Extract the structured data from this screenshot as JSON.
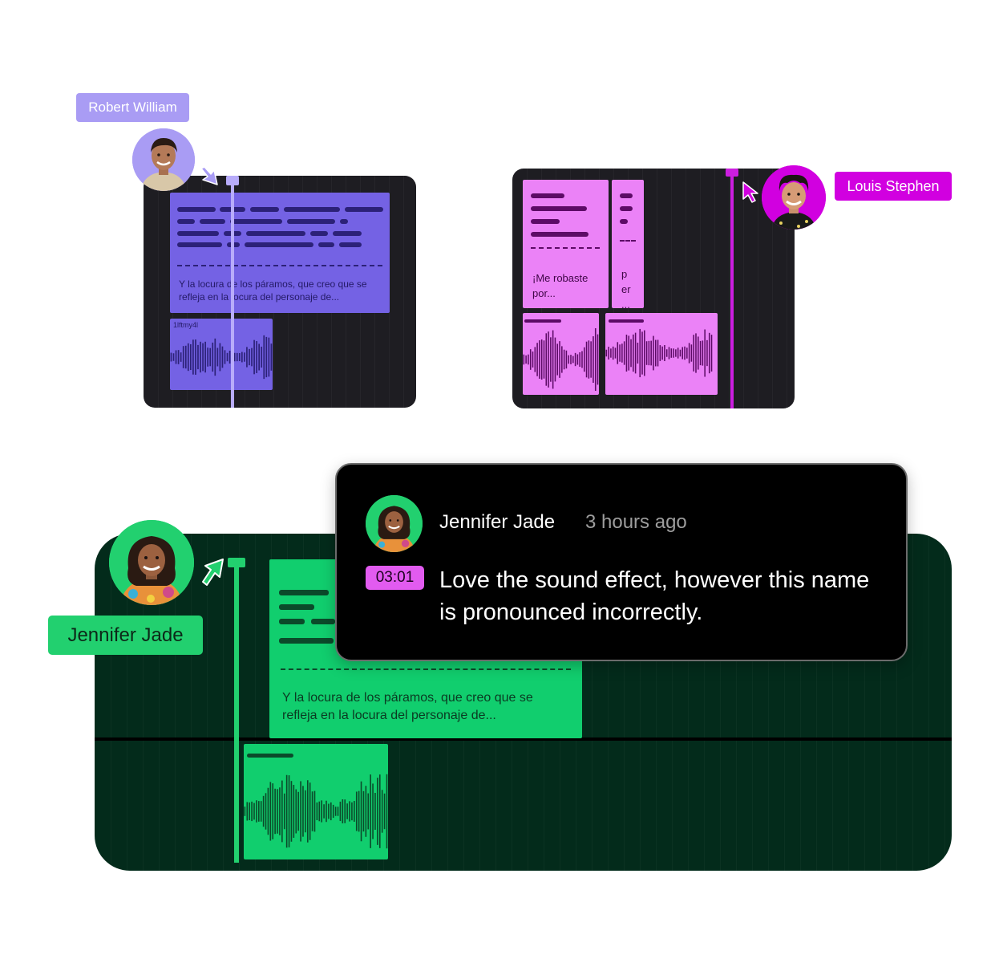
{
  "collaborators": {
    "robert": {
      "name": "Robert William",
      "color": "#a99cf4"
    },
    "louis": {
      "name": "Louis Stephen",
      "color": "#d100e0"
    },
    "jennifer": {
      "name": "Jennifer Jade",
      "color": "#22d06f"
    }
  },
  "purple_panel": {
    "transcript": "Y la locura de los páramos, que creo que se refleja en la locura del personaje de...",
    "audio_label": "1lftmy4l",
    "clip_color": "#7760e6"
  },
  "magenta_panel": {
    "transcript_1": "¡Me robaste por...",
    "transcript_2": "p er ...",
    "clip_color": "#eb82f7"
  },
  "green_panel": {
    "transcript": "Y la locura de los páramos, que creo que se refleja en la locura del personaje de...",
    "clip_color": "#11ce6e"
  },
  "comment": {
    "author": "Jennifer Jade",
    "time_ago": "3 hours ago",
    "timestamp": "03:01",
    "message": "Love the sound effect, however this name is pronounced incorrectly."
  },
  "icons": [
    "cursor-arrow-icon",
    "playhead-icon",
    "waveform-icon"
  ]
}
